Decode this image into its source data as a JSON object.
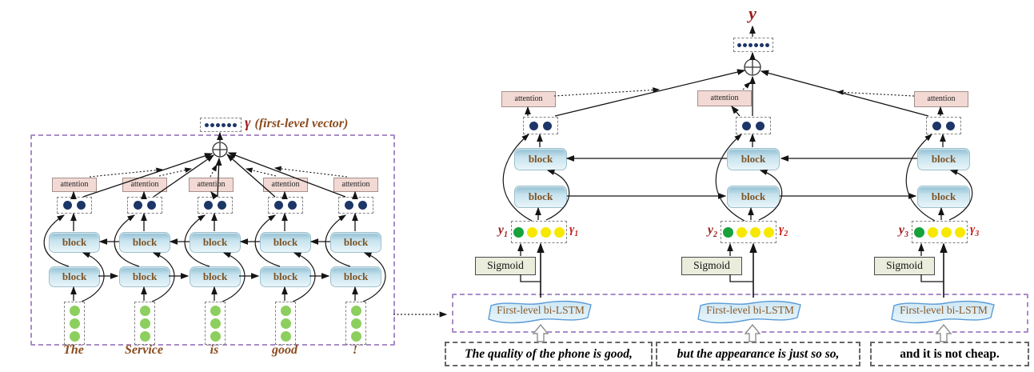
{
  "figure": {
    "description": "Hierarchical attention bi-LSTM sentiment model diagram"
  },
  "shared": {
    "attention_label": "attention",
    "block_label": "block"
  },
  "left": {
    "gamma_symbol": "γ",
    "vector_caption": "(first-level vector)",
    "words": [
      "The",
      "Service",
      "is",
      "good",
      "!"
    ]
  },
  "right": {
    "output_symbol": "y",
    "sigmoid_label": "Sigmoid",
    "bilstm_label": "First-level bi-LSTM",
    "branches": [
      {
        "y_sym": "y",
        "y_sub": "1",
        "g_sym": "γ",
        "g_sub": "1",
        "sentence": "The quality of the phone is good,"
      },
      {
        "y_sym": "y",
        "y_sub": "2",
        "g_sym": "γ",
        "g_sub": "2",
        "sentence": "but the appearance is just so so,"
      },
      {
        "y_sym": "y",
        "y_sub": "3",
        "g_sym": "γ",
        "g_sub": "3",
        "sentence": "and it is not cheap."
      }
    ]
  },
  "colors": {
    "purple_dash": "#a98bc9",
    "navy_dot": "#1c3667",
    "input_green": "#8ccf5e",
    "gate_green": "#17a13b",
    "gate_yellow": "#f7e800",
    "attention_bg": "#f2d9d4",
    "block_text": "#7d5426",
    "dark_red": "#9b1c1c",
    "red": "#c41d1d",
    "brown": "#8a4b1e"
  }
}
